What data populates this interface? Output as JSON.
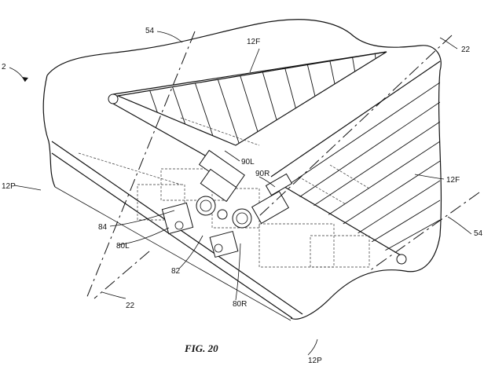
{
  "figure": {
    "caption": "FIG. 20",
    "labels": {
      "ref_2": "2",
      "ref_54_top": "54",
      "ref_54_right": "54",
      "ref_12F_top": "12F",
      "ref_12F_right": "12F",
      "ref_22_top": "22",
      "ref_22_bottom": "22",
      "ref_12P_left": "12P",
      "ref_12P_bottom": "12P",
      "ref_90L": "90L",
      "ref_90R": "90R",
      "ref_84": "84",
      "ref_80L": "80L",
      "ref_82": "82",
      "ref_80R": "80R"
    }
  }
}
